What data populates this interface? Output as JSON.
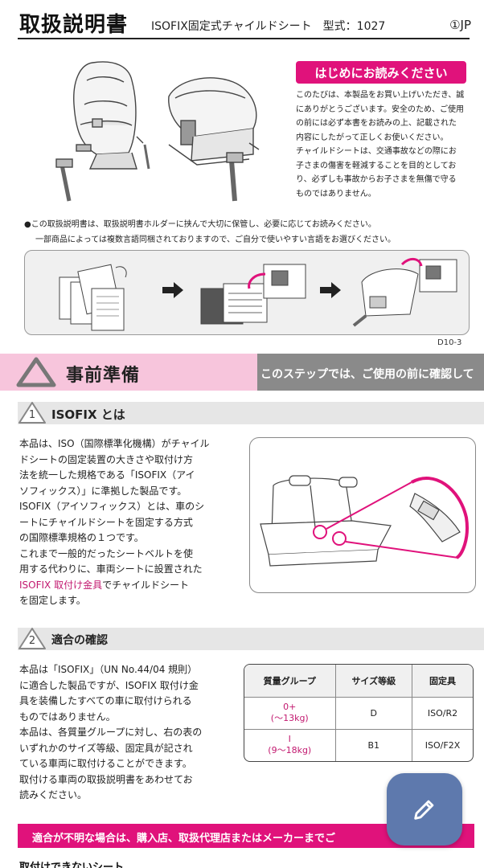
{
  "header": {
    "title": "取扱説明書",
    "subtitle": "ISOFIX固定式チャイルドシート　型式：1027",
    "lang": "①JP"
  },
  "intro": {
    "badge": "はじめにお読みください",
    "lines": [
      "このたびは、本製品をお買い上げいただき、誠",
      "にありがとうございます。安全のため、ご使用",
      "の前には必ず本書をお読みの上、記載された",
      "内容にしたがって正しくお使いください。",
      "チャイルドシートは、交通事故などの際にお",
      "子さまの傷害を軽減することを目的としてお",
      "り、必ずしも事故からお子さまを無傷で守る",
      "ものではありません。"
    ]
  },
  "notes": {
    "line1": "●この取扱説明書は、取扱説明書ホルダーに挟んで大切に保管し、必要に応じてお読みください。",
    "line2": "一部商品によっては複数言語同梱されておりますので、ご自分で使いやすい言語をお選びください。"
  },
  "doc_code": "D10-3",
  "section": {
    "title": "事前準備",
    "banner": "このステップでは、ご使用の前に確認して"
  },
  "isofix": {
    "num": "1",
    "heading": "ISOFIX とは",
    "lines": [
      "本品は、ISO（国際標準化機構）がチャイル",
      "ドシートの固定装置の大きさや取付け方",
      "法を統一した規格である「ISOFIX（アイ",
      "ソフィックス）」に準拠した製品です。",
      "ISOFIX（アイソフィックス）とは、車のシ",
      "ートにチャイルドシートを固定する方式",
      "の国際標準規格の１つです。",
      "これまで一般的だったシートベルトを使",
      "用する代わりに、車両シートに設置された"
    ],
    "last_pink": "ISOFIX 取付け金具",
    "last_rest": "でチャイルドシート",
    "last_line": "を固定します。"
  },
  "compat": {
    "num": "2",
    "heading": "適合の確認",
    "lines": [
      "本品は「ISOFIX」（UN No.44/04 規則）",
      "に適合した製品ですが、ISOFIX 取付け金",
      "具を装備したすべての車に取付けられる",
      "ものではありません。",
      "本品は、各質量グループに対し、右の表の",
      "いずれかのサイズ等級、固定具が記され",
      "ている車両に取付けることができます。",
      "取付ける車両の取扱説明書をあわせてお",
      "読みください。"
    ]
  },
  "table": {
    "headers": [
      "質量グループ",
      "サイズ等級",
      "固定具"
    ],
    "rows": [
      {
        "group": "0+",
        "weight": "(〜13kg)",
        "size": "D",
        "fixture": "ISO/R2"
      },
      {
        "group": "I",
        "weight": "(9〜18kg)",
        "size": "B1",
        "fixture": "ISO/F2X"
      }
    ]
  },
  "bottom": {
    "banner": "適合が不明な場合は、購入店、取扱代理店またはメーカーまでご",
    "banner_tail": "。",
    "next_heading": "取付けできないシート"
  },
  "colors": {
    "accent": "#e0127b",
    "section_pink": "#f7c5dc",
    "fab": "#5e79ad"
  },
  "icons": {
    "fab": "pencil-icon"
  }
}
